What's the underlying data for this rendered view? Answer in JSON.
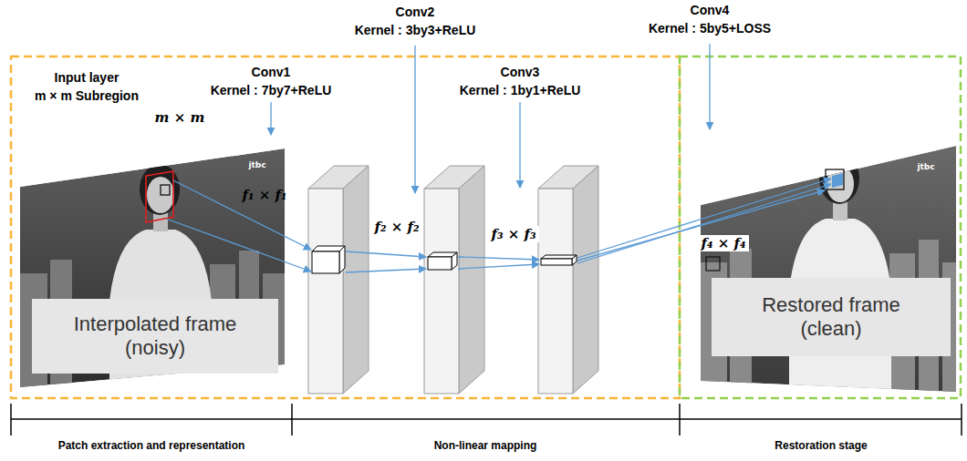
{
  "diagram": {
    "nodes": [
      {
        "text": [
          "Interpolated frame (noisy)"
        ]
      },
      {
        "text": [
          "Restored frame (clean)"
        ]
      }
    ],
    "labels": [
      "Conv2",
      "Kernel : 3by3+ReLU",
      "Conv4",
      "Kernel : 5by5+LOSS",
      "Conv1",
      "Kernel : 7by7+ReLU",
      "Conv3",
      "Kernel : 1by1+ReLU",
      "Input layer",
      "m × m Subregion",
      "m × m",
      "f₁ × f₁",
      "f₂ × f₂",
      "f₃ × f₃",
      "f₄ × f₄",
      "Patch extraction and representation",
      "Non-linear mapping",
      "Restoration stage",
      "jtbc",
      "jtbc"
    ]
  }
}
